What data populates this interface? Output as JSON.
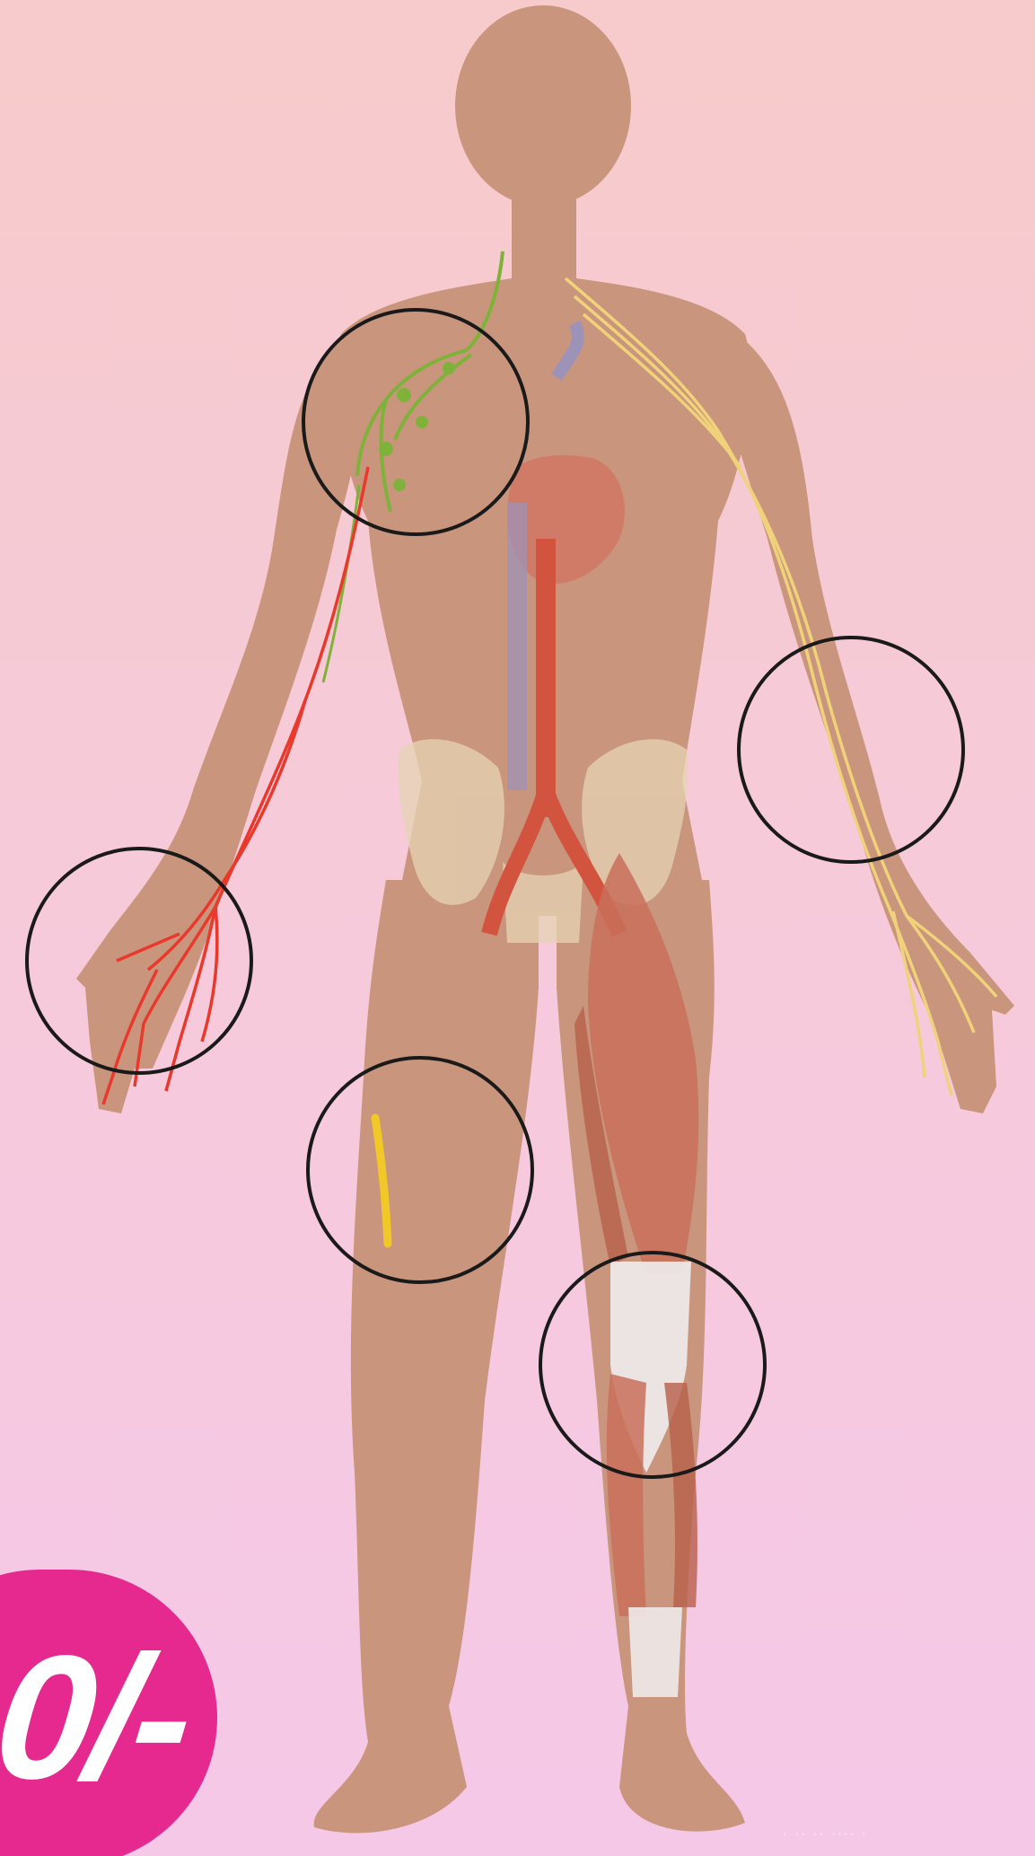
{
  "colors": {
    "background_top": "#f7cbcb",
    "background_bottom": "#f5c8e8",
    "skin": "#c9967d",
    "artery": "#e8392c",
    "lymphatic": "#7fb23a",
    "nerve": "#f0d27a",
    "muscle": "#c9705a",
    "tendon": "#eeeaea",
    "bone": "#e6d3b4",
    "highlight_circle": "#1a1a1a",
    "badge": "#e6298f",
    "badge_text": "#ffffff"
  },
  "highlights": [
    {
      "region": "shoulder-lymph-nodes"
    },
    {
      "region": "left-forearm-nerves"
    },
    {
      "region": "right-hand-arteries"
    },
    {
      "region": "right-thigh-vein"
    },
    {
      "region": "left-knee-tendons"
    }
  ],
  "badge": {
    "price_text": "0/-"
  },
  "watermark": {
    "text": "· ·· ·· ···· ·"
  }
}
